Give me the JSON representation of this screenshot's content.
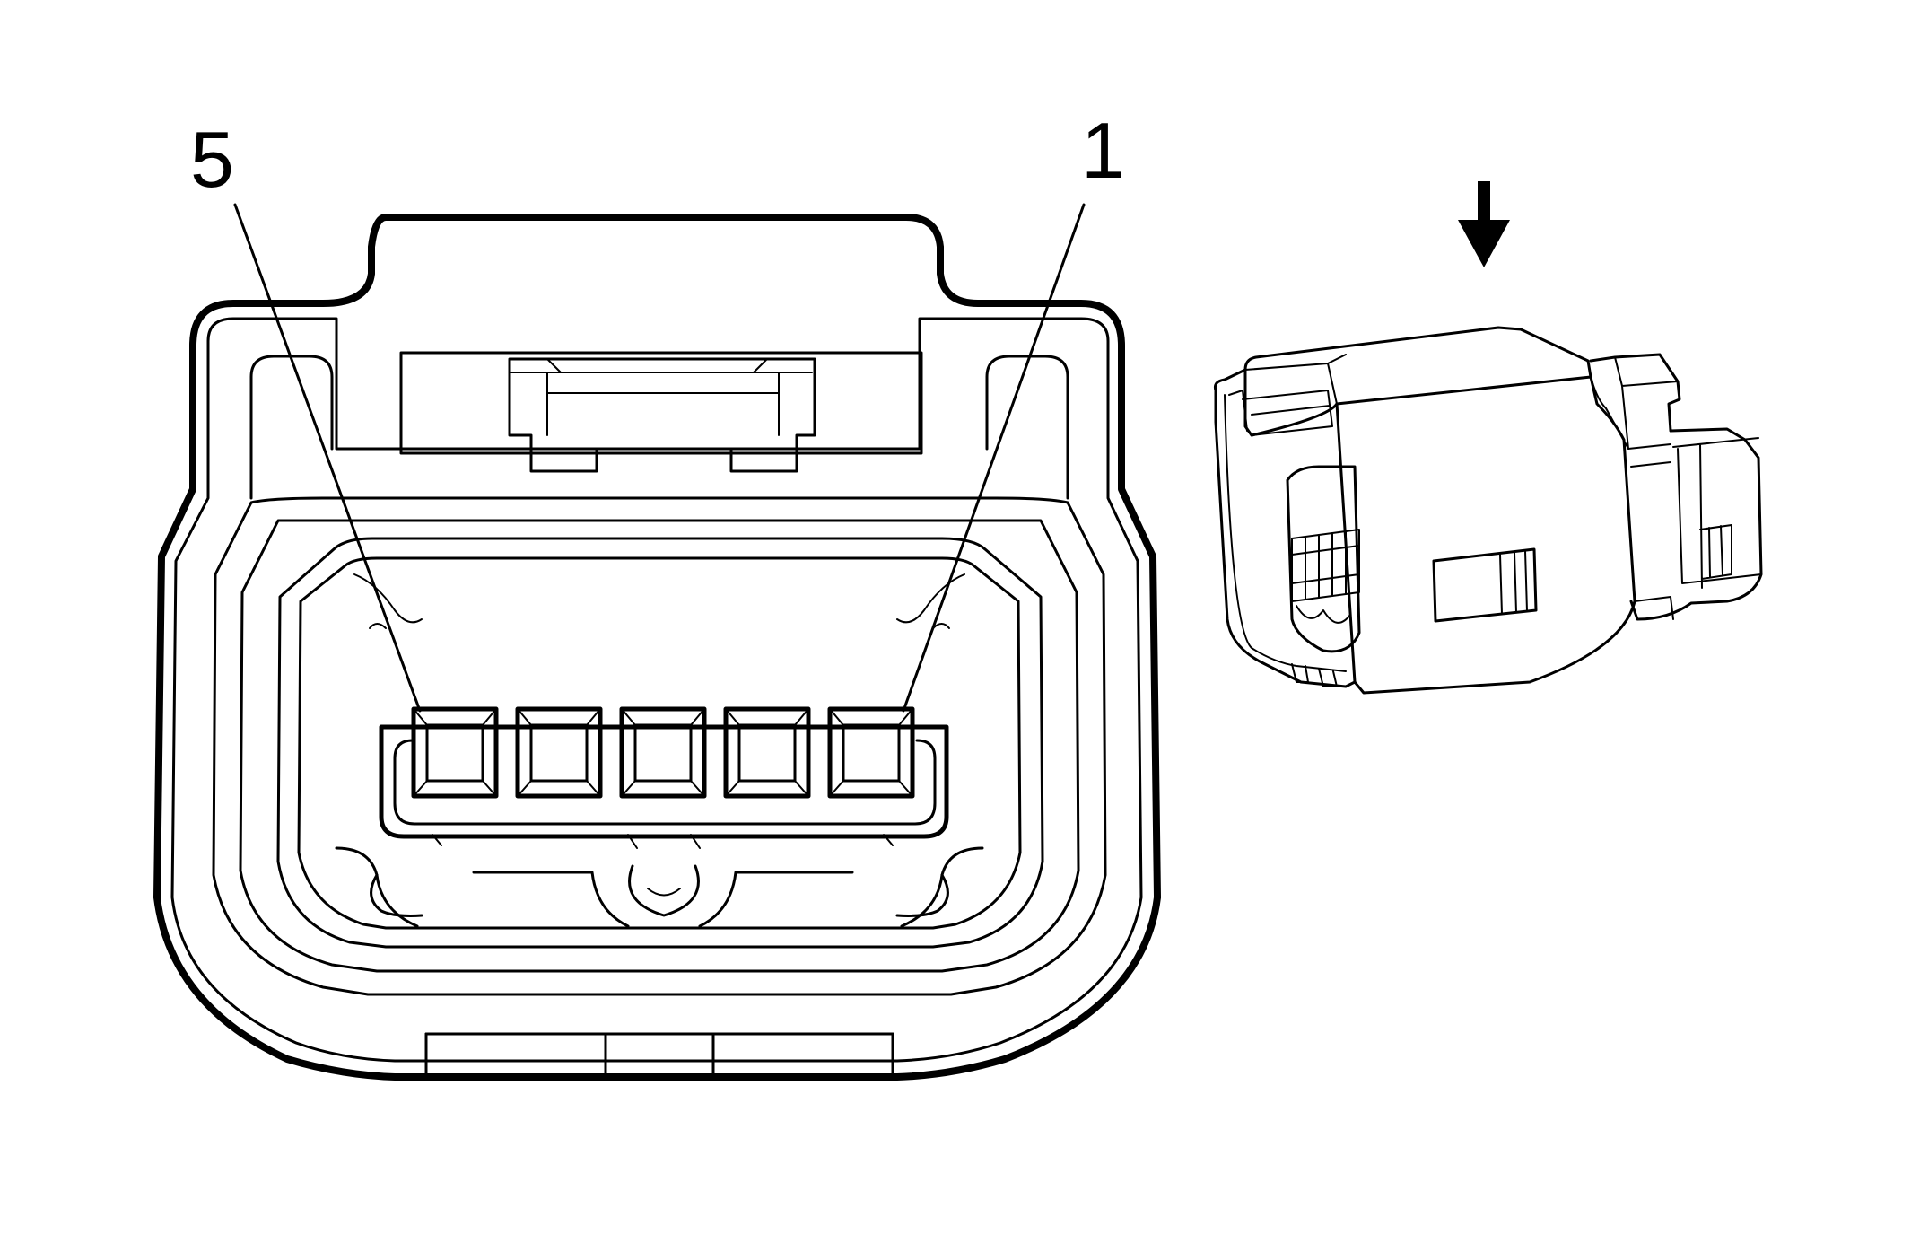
{
  "labels": {
    "pin_left": "5",
    "pin_right": "1"
  },
  "pins": {
    "count": 5
  },
  "colors": {
    "line": "#000000",
    "background": "#ffffff"
  },
  "icons": {
    "view_arrow": "arrow-down-icon"
  }
}
